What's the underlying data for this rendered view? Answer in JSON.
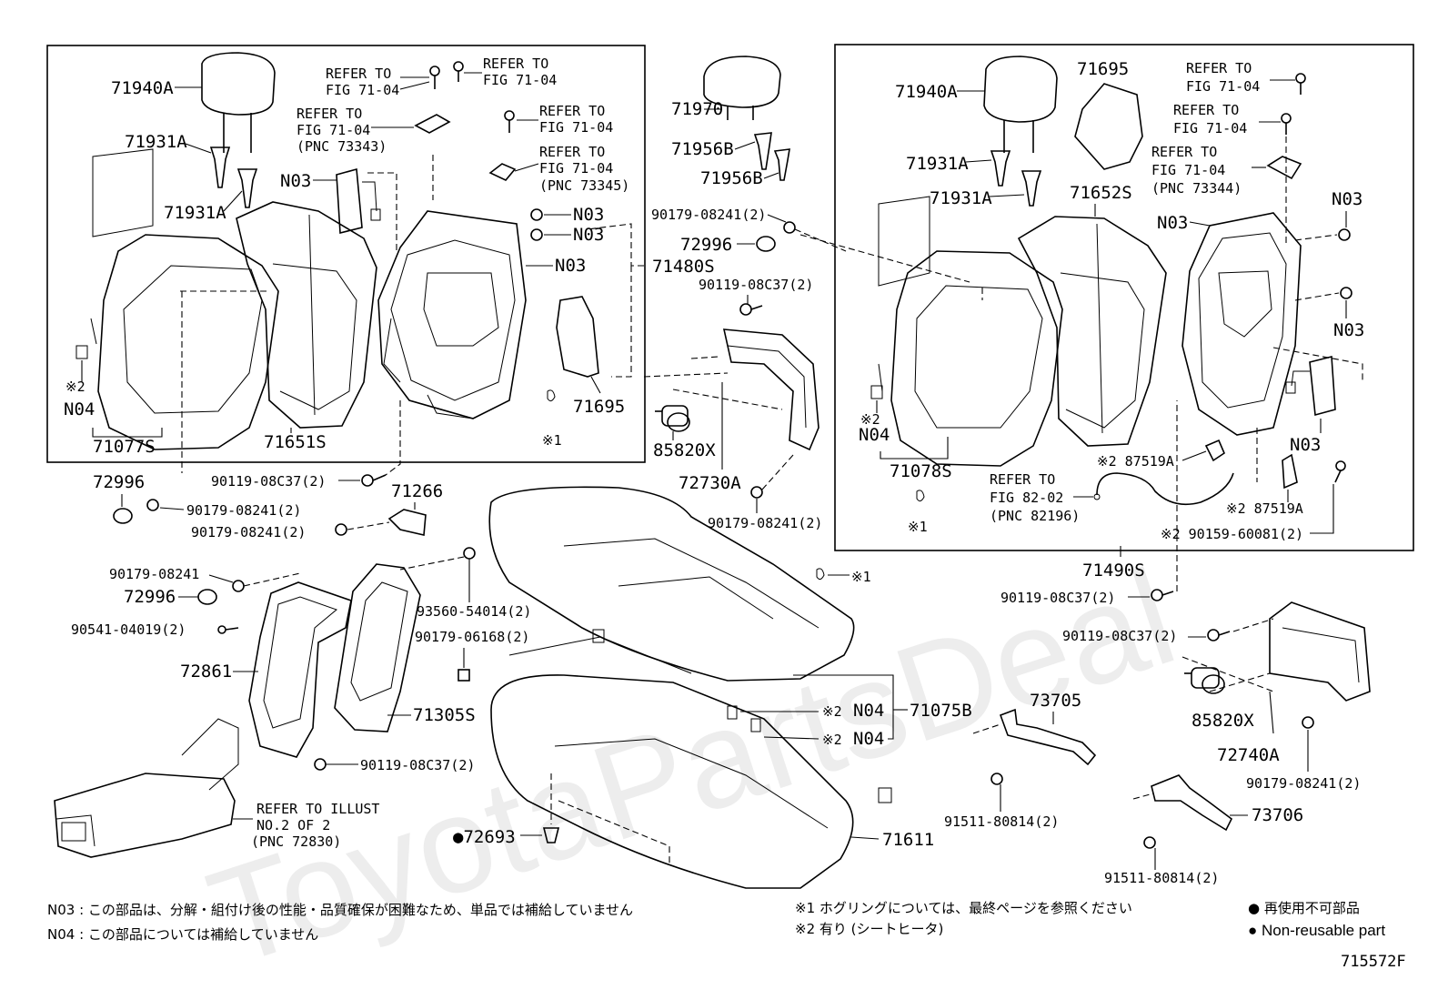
{
  "diagram_code": "715572F",
  "watermark": "ToyotaPartsDeal",
  "labels": {
    "p71940A_l": "71940A",
    "p71931A_l1": "71931A",
    "p71931A_l2": "71931A",
    "refer_a1": "REFER TO",
    "refer_a2": "FIG 71-04",
    "refer_b1": "REFER TO",
    "refer_b2": "FIG 71-04",
    "refer_c1": "REFER TO",
    "refer_c2": "FIG 71-04",
    "refer_c3": "(PNC 73343)",
    "refer_d1": "REFER TO",
    "refer_d2": "FIG 71-04",
    "refer_e1": "REFER TO",
    "refer_e2": "FIG 71-04",
    "refer_e3": "(PNC 73345)",
    "n03_l1": "N03",
    "n03_l2": "N03",
    "n03_l3": "N03",
    "n03_l4": "N03",
    "p71480S": "71480S",
    "p71695_l": "71695",
    "mark1_l": "※1",
    "mark2_l": "※2",
    "n04_l": "N04",
    "p71077S": "71077S",
    "p71651S": "71651S",
    "p71970": "71970",
    "p71956B_1": "71956B",
    "p71956B_2": "71956B",
    "p90179_08241_2a": "90179-08241(2)",
    "p72996_c": "72996",
    "p90119_08C37_2a": "90119-08C37(2)",
    "p85820X_l": "85820X",
    "p72730A": "72730A",
    "p90179_08241_2b": "90179-08241(2)",
    "p72996_l": "72996",
    "p90119_08C37_2b": "90119-08C37(2)",
    "p90179_08241_2c": "90179-08241(2)",
    "p71266": "71266",
    "p90179_08241_2d": "90179-08241(2)",
    "p90179_08241": "90179-08241",
    "p72996_l2": "72996",
    "p93560_54014": "93560-54014(2)",
    "p90541_04019": "90541-04019(2)",
    "p90179_06168": "90179-06168(2)",
    "p72861": "72861",
    "p71305S": "71305S",
    "p90119_08C37_2c": "90119-08C37(2)",
    "refer_illust1": "REFER TO ILLUST",
    "refer_illust2": "NO.2 OF 2",
    "refer_illust3": "(PNC 72830)",
    "p72693": "●72693",
    "mark1_c": "※1",
    "mark2_c1": "※2",
    "n04_c1": "N04",
    "p71075B": "71075B",
    "mark2_c2": "※2",
    "n04_c2": "N04",
    "p71611": "71611",
    "p71940A_r": "71940A",
    "p71695_r": "71695",
    "refer_f1": "REFER TO",
    "refer_f2": "FIG 71-04",
    "refer_g1": "REFER TO",
    "refer_g2": "FIG 71-04",
    "refer_h1": "REFER TO",
    "refer_h2": "FIG 71-04",
    "refer_h3": "(PNC 73344)",
    "p71931A_r1": "71931A",
    "p71931A_r2": "71931A",
    "p71652S": "71652S",
    "n03_r1": "N03",
    "n03_r2": "N03",
    "n03_r3": "N03",
    "n03_r4": "N03",
    "mark2_r": "※2",
    "n04_r": "N04",
    "p71078S": "71078S",
    "mark1_r": "※1",
    "p87519A_1": "※2 87519A",
    "refer_i1": "REFER TO",
    "refer_i2": "FIG 82-02",
    "refer_i3": "(PNC 82196)",
    "p87519A_2": "※2 87519A",
    "p90159_60081": "※2 90159-60081(2)",
    "p71490S": "71490S",
    "p90119_08C37_2d": "90119-08C37(2)",
    "p90119_08C37_2e": "90119-08C37(2)",
    "p73705": "73705",
    "p85820X_r": "85820X",
    "p72740A": "72740A",
    "p90179_08241_2e": "90179-08241(2)",
    "p91511_80814_1": "91511-80814(2)",
    "p73706": "73706",
    "p91511_80814_2": "91511-80814(2)"
  },
  "notes": {
    "n03_note": "N03 : この部品は、分解・組付け後の性能・品質確保が困難なため、単品では補給していません",
    "n04_note": "N04 : この部品については補給していません",
    "mark1_note": "※1  ホグリングについては、最終ページを参照ください",
    "mark2_note": "※2  有り (シートヒータ)",
    "legend_jp": "● 再使用不可部品",
    "legend_en": "● Non-reusable part"
  }
}
